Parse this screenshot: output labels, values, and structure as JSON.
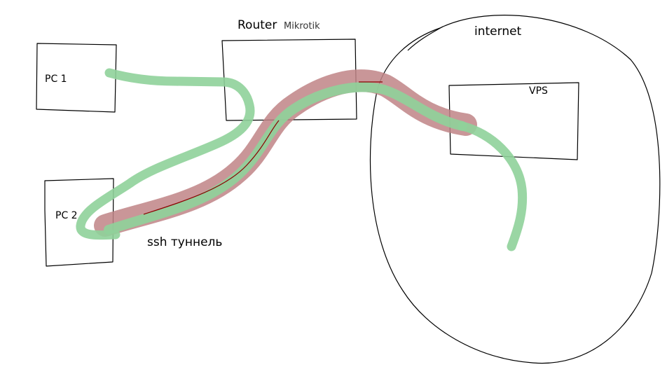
{
  "nodes": {
    "pc1": {
      "label": "PC 1"
    },
    "pc2": {
      "label": "PC 2"
    },
    "router": {
      "label": "Router",
      "sublabel": "Mikrotik"
    },
    "vps": {
      "label": "VPS"
    },
    "internet": {
      "label": "internet"
    }
  },
  "tunnel": {
    "label": "ssh туннель",
    "label_color": "#7a1414",
    "color": "#c08486",
    "core_color": "#8b0000"
  },
  "connection": {
    "color": "#8fd19a"
  }
}
